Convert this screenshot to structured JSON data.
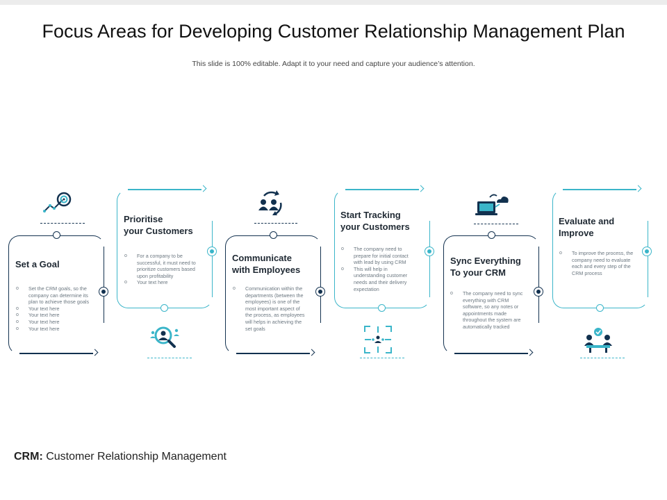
{
  "title": "Focus Areas for Developing Customer Relationship Management Plan",
  "subtitle": "This slide is 100% editable. Adapt it to your need and capture your audience’s attention.",
  "colors": {
    "dark": "#12314f",
    "light": "#3ab5c9"
  },
  "steps": [
    {
      "title_lines": [
        "Set a Goal"
      ],
      "icon": "goal-chart-icon",
      "bullets": [
        "Set the CRM goals, so the company can determine its plan to achieve those goals",
        "Your text here",
        "Your text here",
        "Your text here",
        "Your text here"
      ]
    },
    {
      "title_lines": [
        "Prioritise",
        "your Customers"
      ],
      "icon": "customer-search-icon",
      "bullets": [
        "For a company to be successful, it must need to prioritize customers based upon profitability",
        "Your text here"
      ]
    },
    {
      "title_lines": [
        "Communicate",
        "with Employees"
      ],
      "icon": "team-sync-icon",
      "bullets": [
        "Communication within the departments (between the employees) is one of the most important aspect of the process, as employees will helps in achieving the set goals"
      ]
    },
    {
      "title_lines": [
        "Start Tracking",
        "your Customers"
      ],
      "icon": "tracking-focus-icon",
      "bullets": [
        "The company need to prepare for initial contact with lead by using CRM",
        "This will help in understanding customer needs and their delivery expectation"
      ]
    },
    {
      "title_lines": [
        "Sync Everything",
        "To your CRM"
      ],
      "icon": "cloud-sync-icon",
      "bullets": [
        "The company need to sync everything with CRM software, so any notes or appointments made throughout the system are automatically tracked"
      ]
    },
    {
      "title_lines": [
        "Evaluate and",
        "Improve"
      ],
      "icon": "meeting-evaluate-icon",
      "bullets": [
        "To improve the process, the company need to evaluate each and every step of the CRM process"
      ]
    }
  ],
  "footer": {
    "abbr": "CRM:",
    "text": "Customer Relationship Management"
  }
}
